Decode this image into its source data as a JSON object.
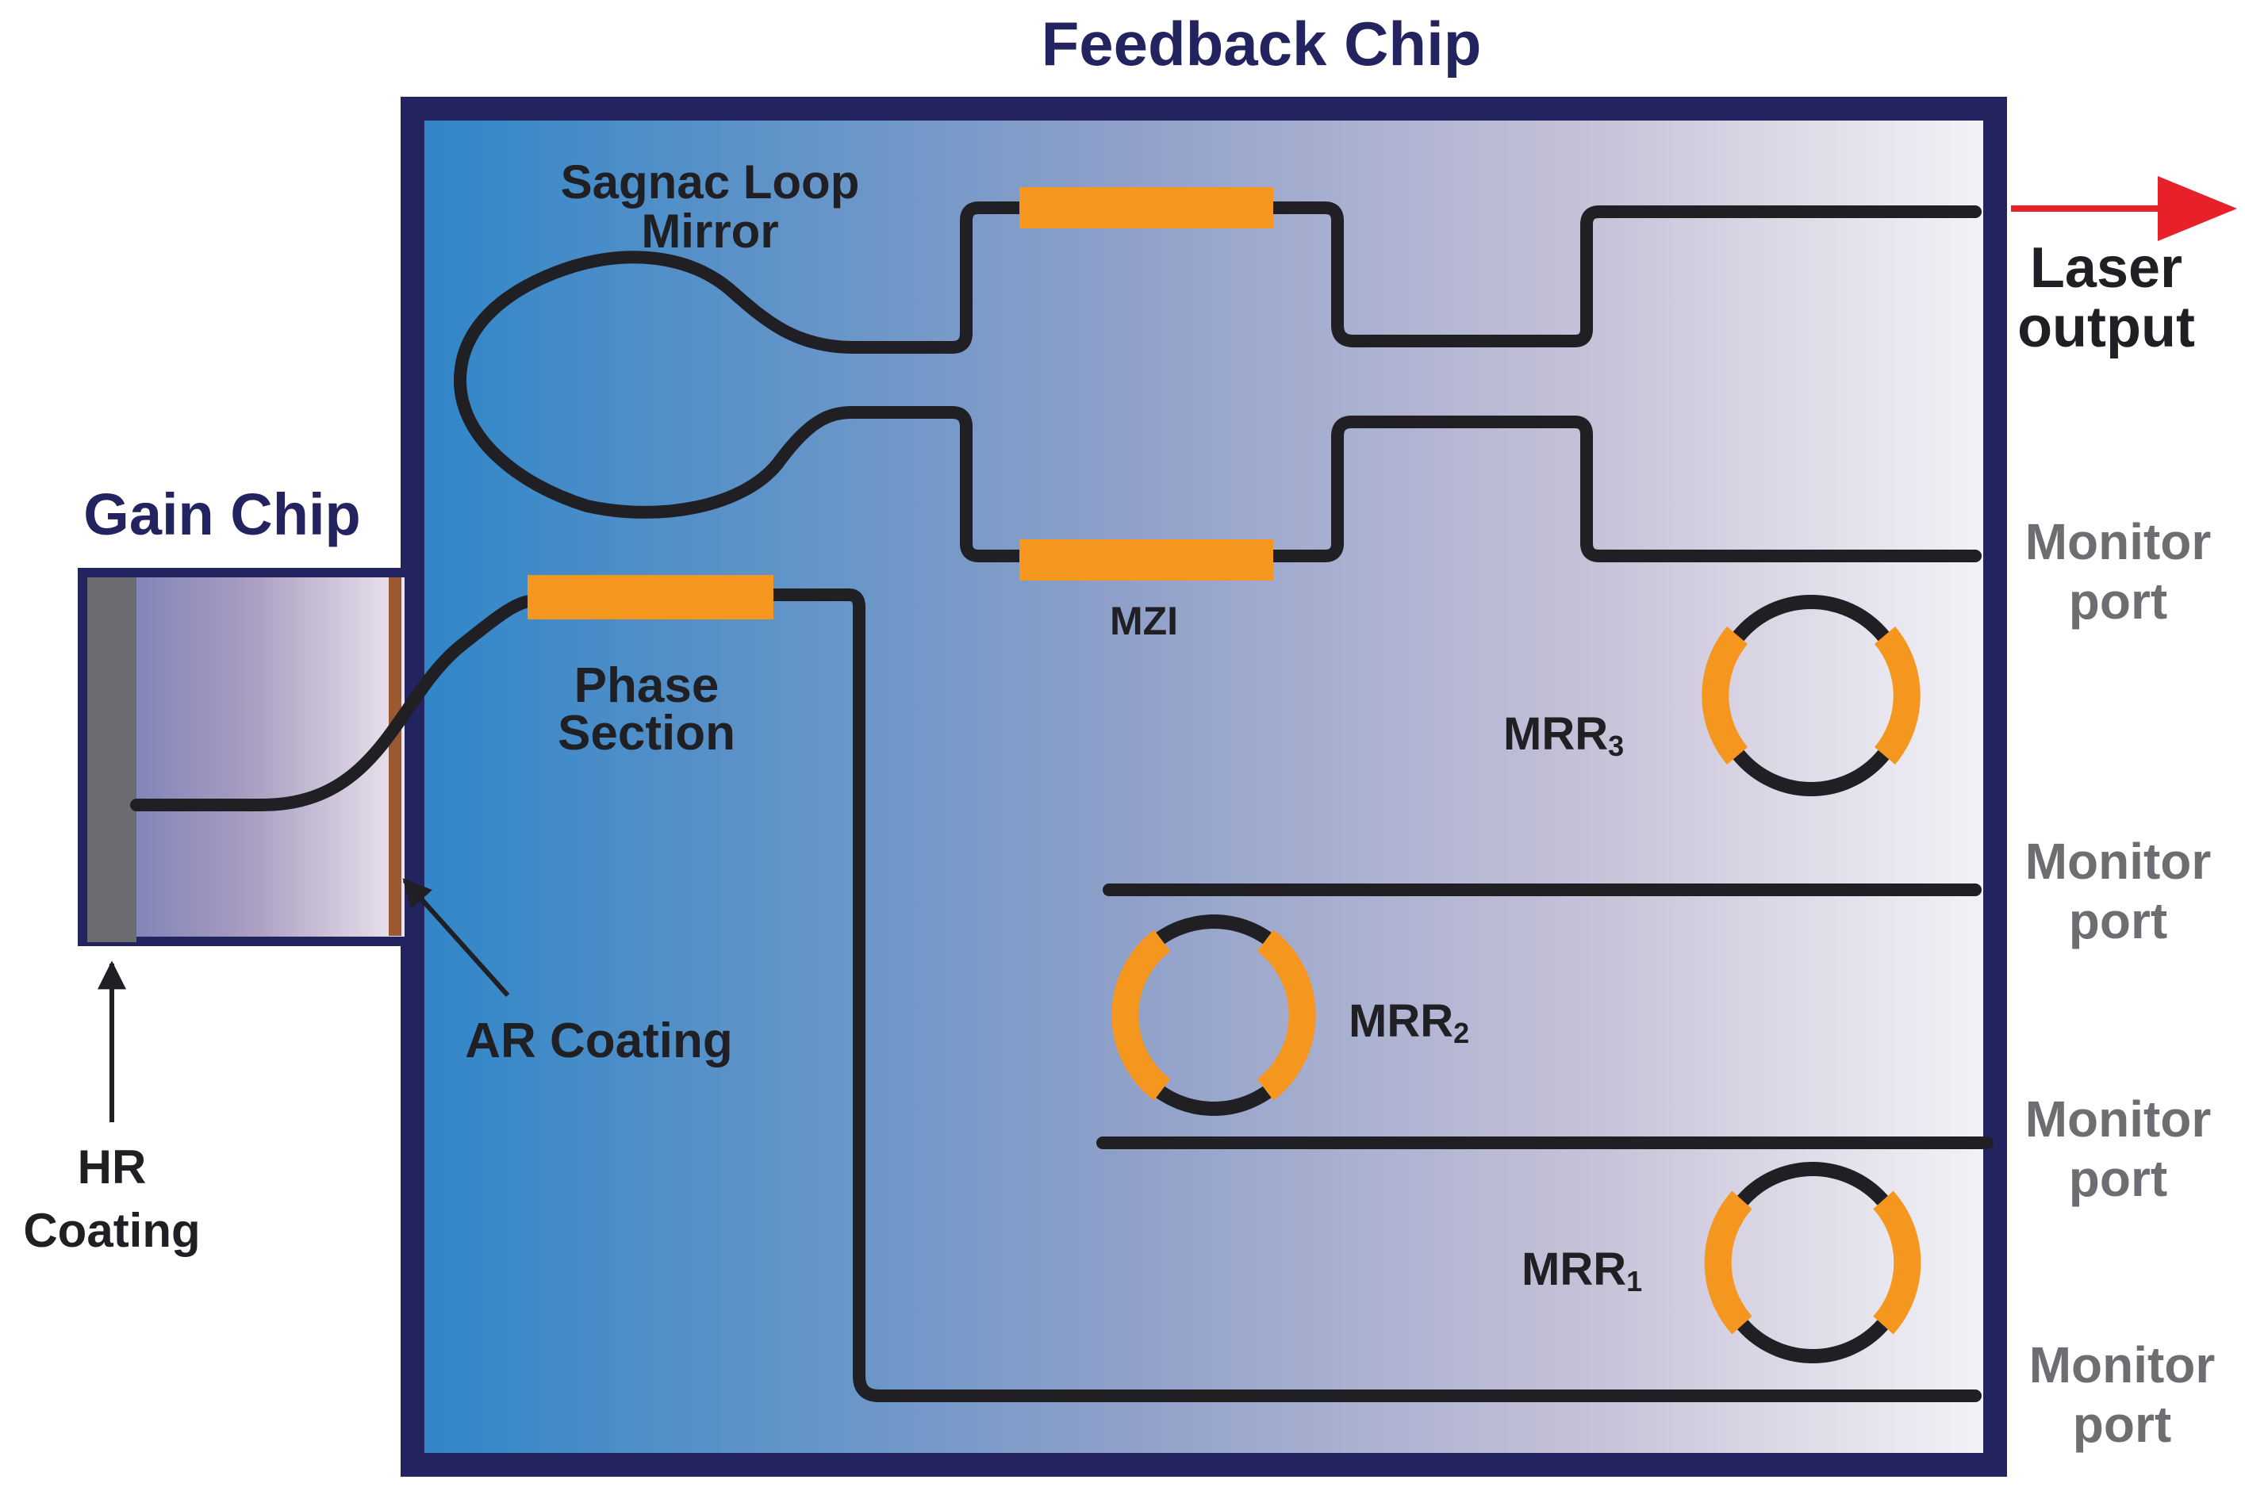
{
  "labels": {
    "feedback_chip": "Feedback Chip",
    "gain_chip": "Gain Chip",
    "sagnac_line1": "Sagnac Loop",
    "sagnac_line2": "Mirror",
    "phase_line1": "Phase",
    "phase_line2": "Section",
    "mzi": "MZI",
    "ar_coating": "AR Coating",
    "hr_line1": "HR",
    "hr_line2": "Coating",
    "laser_line1": "Laser",
    "laser_line2": "output",
    "monitor_line1": "Monitor",
    "monitor_line2": "port",
    "mrr3_base": "MRR",
    "mrr3_sub": "3",
    "mrr2_base": "MRR",
    "mrr2_sub": "2",
    "mrr1_base": "MRR",
    "mrr1_sub": "1"
  },
  "colors": {
    "chip_border": "#23235f",
    "title_text": "#23235f",
    "waveguide": "#1f1f24",
    "heater": "#f5961e",
    "gradient_start": "#2f86c8",
    "gradient_end": "#f4f3f7",
    "gain_gradient_start": "#6f7bb4",
    "gain_gradient_end": "#efe8f0",
    "hr_facet": "#6b6c70",
    "ar_facet": "#9c5a34",
    "laser_arrow": "#e8202a",
    "monitor_text": "#6d6e71",
    "label_text": "#1f1f24"
  }
}
